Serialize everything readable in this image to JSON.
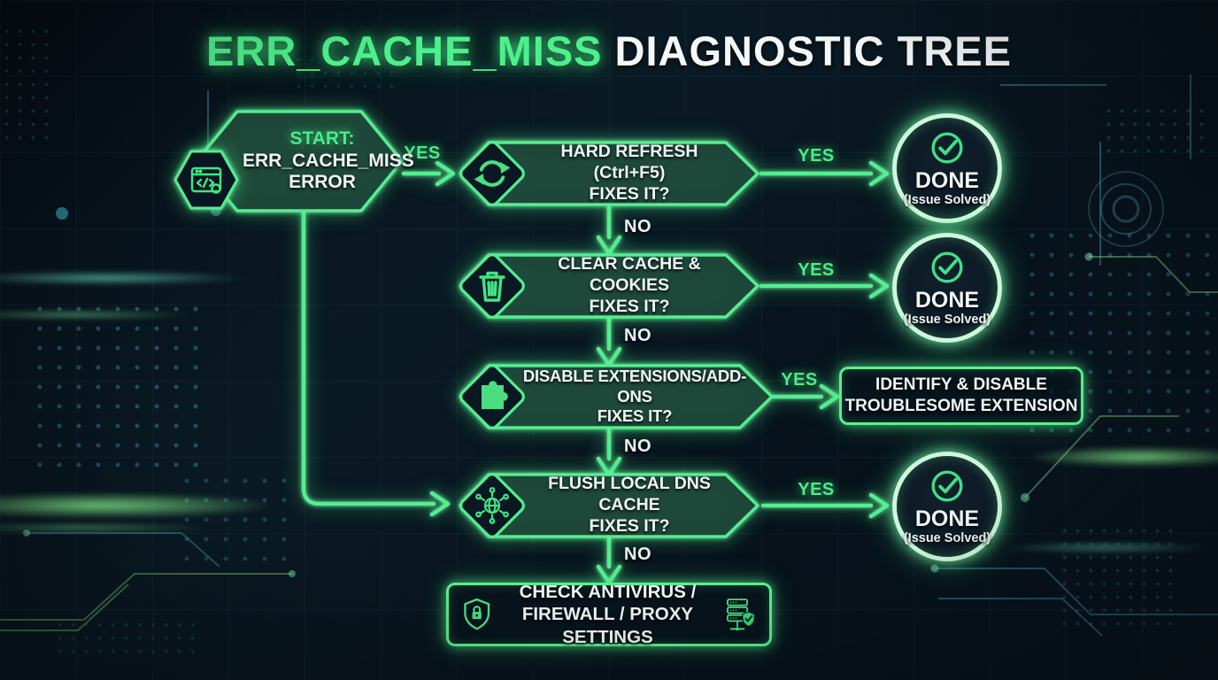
{
  "title": {
    "highlight": "ERR_CACHE_MISS",
    "rest": "DIAGNOSTIC TREE"
  },
  "start": {
    "icon": "code-window-icon",
    "line1": "START:",
    "line2": "ERR_CACHE_MISS",
    "line3": "ERROR",
    "yes_label": "YES"
  },
  "decisions": [
    {
      "icon": "refresh-icon",
      "line1": "HARD REFRESH (Ctrl+F5)",
      "line2": "FIXES IT?",
      "yes_label": "YES",
      "no_label": "NO"
    },
    {
      "icon": "trash-icon",
      "line1": "CLEAR CACHE & COOKIES",
      "line2": "FIXES IT?",
      "yes_label": "YES",
      "no_label": "NO"
    },
    {
      "icon": "puzzle-icon",
      "line1": "DISABLE EXTENSIONS/ADD-ONS",
      "line2": "FIXES IT?",
      "yes_label": "YES",
      "no_label": "NO"
    },
    {
      "icon": "dns-network-icon",
      "line1": "FLUSH LOCAL DNS CACHE",
      "line2": "FIXES IT?",
      "yes_label": "YES",
      "no_label": "NO"
    }
  ],
  "done": {
    "icon": "check-circle-icon",
    "label": "DONE",
    "sublabel": "(Issue Solved)"
  },
  "identify_box": {
    "line1": "IDENTIFY & DISABLE",
    "line2": "TROUBLESOME EXTENSION"
  },
  "final_box": {
    "icon_left": "shield-lock-icon",
    "icon_right": "server-shield-icon",
    "line1": "CHECK ANTIVIRUS /",
    "line2": "FIREWALL / PROXY SETTINGS"
  },
  "colors": {
    "neon_green": "#55ee90",
    "icon_green": "#4ade80",
    "title_green": "#4df08c",
    "text_white": "#f0f5f6",
    "background": "#081019",
    "cyan_accent": "#35c8d8"
  }
}
